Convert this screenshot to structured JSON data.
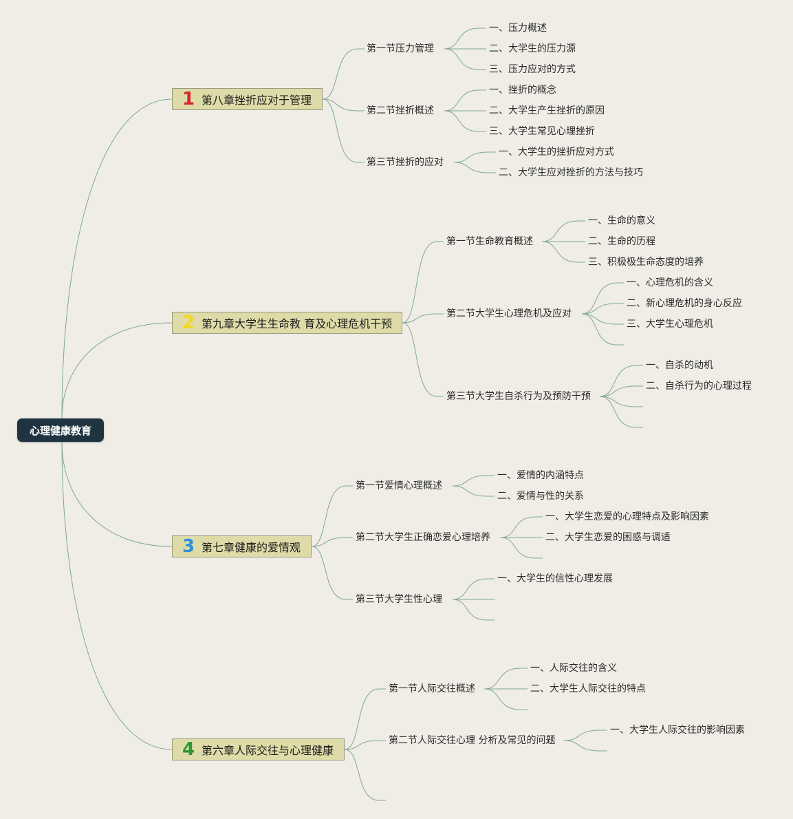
{
  "root": {
    "label": "心理健康教育"
  },
  "colors": {
    "line": "#7ea896",
    "chapter_bg": "#dedba8",
    "root_bg": "#1f3440",
    "num1": "#d6252a",
    "num2": "#f2d81f",
    "num3": "#2f8fd6",
    "num4": "#2a9a36"
  },
  "chapters": [
    {
      "num": "1",
      "title": "第八章挫折应对于管理",
      "sections": [
        {
          "title": "第一节压力管理",
          "items": [
            "一、压力概述",
            "二、大学生的压力源",
            "三、压力应对的方式"
          ]
        },
        {
          "title": "第二节挫折概述",
          "items": [
            "一、挫折的概念",
            "二、大学生产生挫折的原因",
            "三、大学生常见心理挫折"
          ]
        },
        {
          "title": "第三节挫折的应对",
          "items": [
            "一、大学生的挫折应对方式",
            "二、大学生应对挫折的方法与技巧"
          ]
        }
      ]
    },
    {
      "num": "2",
      "title": "第九章大学生生命教 育及心理危机干预",
      "sections": [
        {
          "title": "第一节生命教育概述",
          "items": [
            "一、生命的意义",
            "二、生命的历程",
            "三、积极极生命态度的培养"
          ]
        },
        {
          "title": "第二节大学生心理危机及应对",
          "items": [
            "一、心理危机的含义",
            "二、新心理危机的身心反应",
            "三、大学生心理危机"
          ]
        },
        {
          "title": "第三节大学生自杀行为及预防干预",
          "items": [
            "一、自杀的动机",
            "二、自杀行为的心理过程"
          ]
        }
      ]
    },
    {
      "num": "3",
      "title": "第七章健康的爱情观",
      "sections": [
        {
          "title": "第一节爱情心理概述",
          "items": [
            "一、爱情的内涵特点",
            "二、爱情与性的关系"
          ]
        },
        {
          "title": "第二节大学生正确恋爱心理培养",
          "items": [
            "一、大学生恋爱的心理特点及影响因素",
            "二、大学生恋爱的困惑与调适"
          ]
        },
        {
          "title": "第三节大学生性心理",
          "items": [
            "一、大学生的信性心理发展"
          ]
        }
      ]
    },
    {
      "num": "4",
      "title": "第六章人际交往与心理健康",
      "sections": [
        {
          "title": "第一节人际交往概述",
          "items": [
            "一、人际交往的含义",
            "二、大学生人际交往的特点"
          ]
        },
        {
          "title": "第二节人际交往心理 分析及常见的问题",
          "items": [
            "一、大学生人际交往的影响因素"
          ]
        }
      ]
    }
  ]
}
